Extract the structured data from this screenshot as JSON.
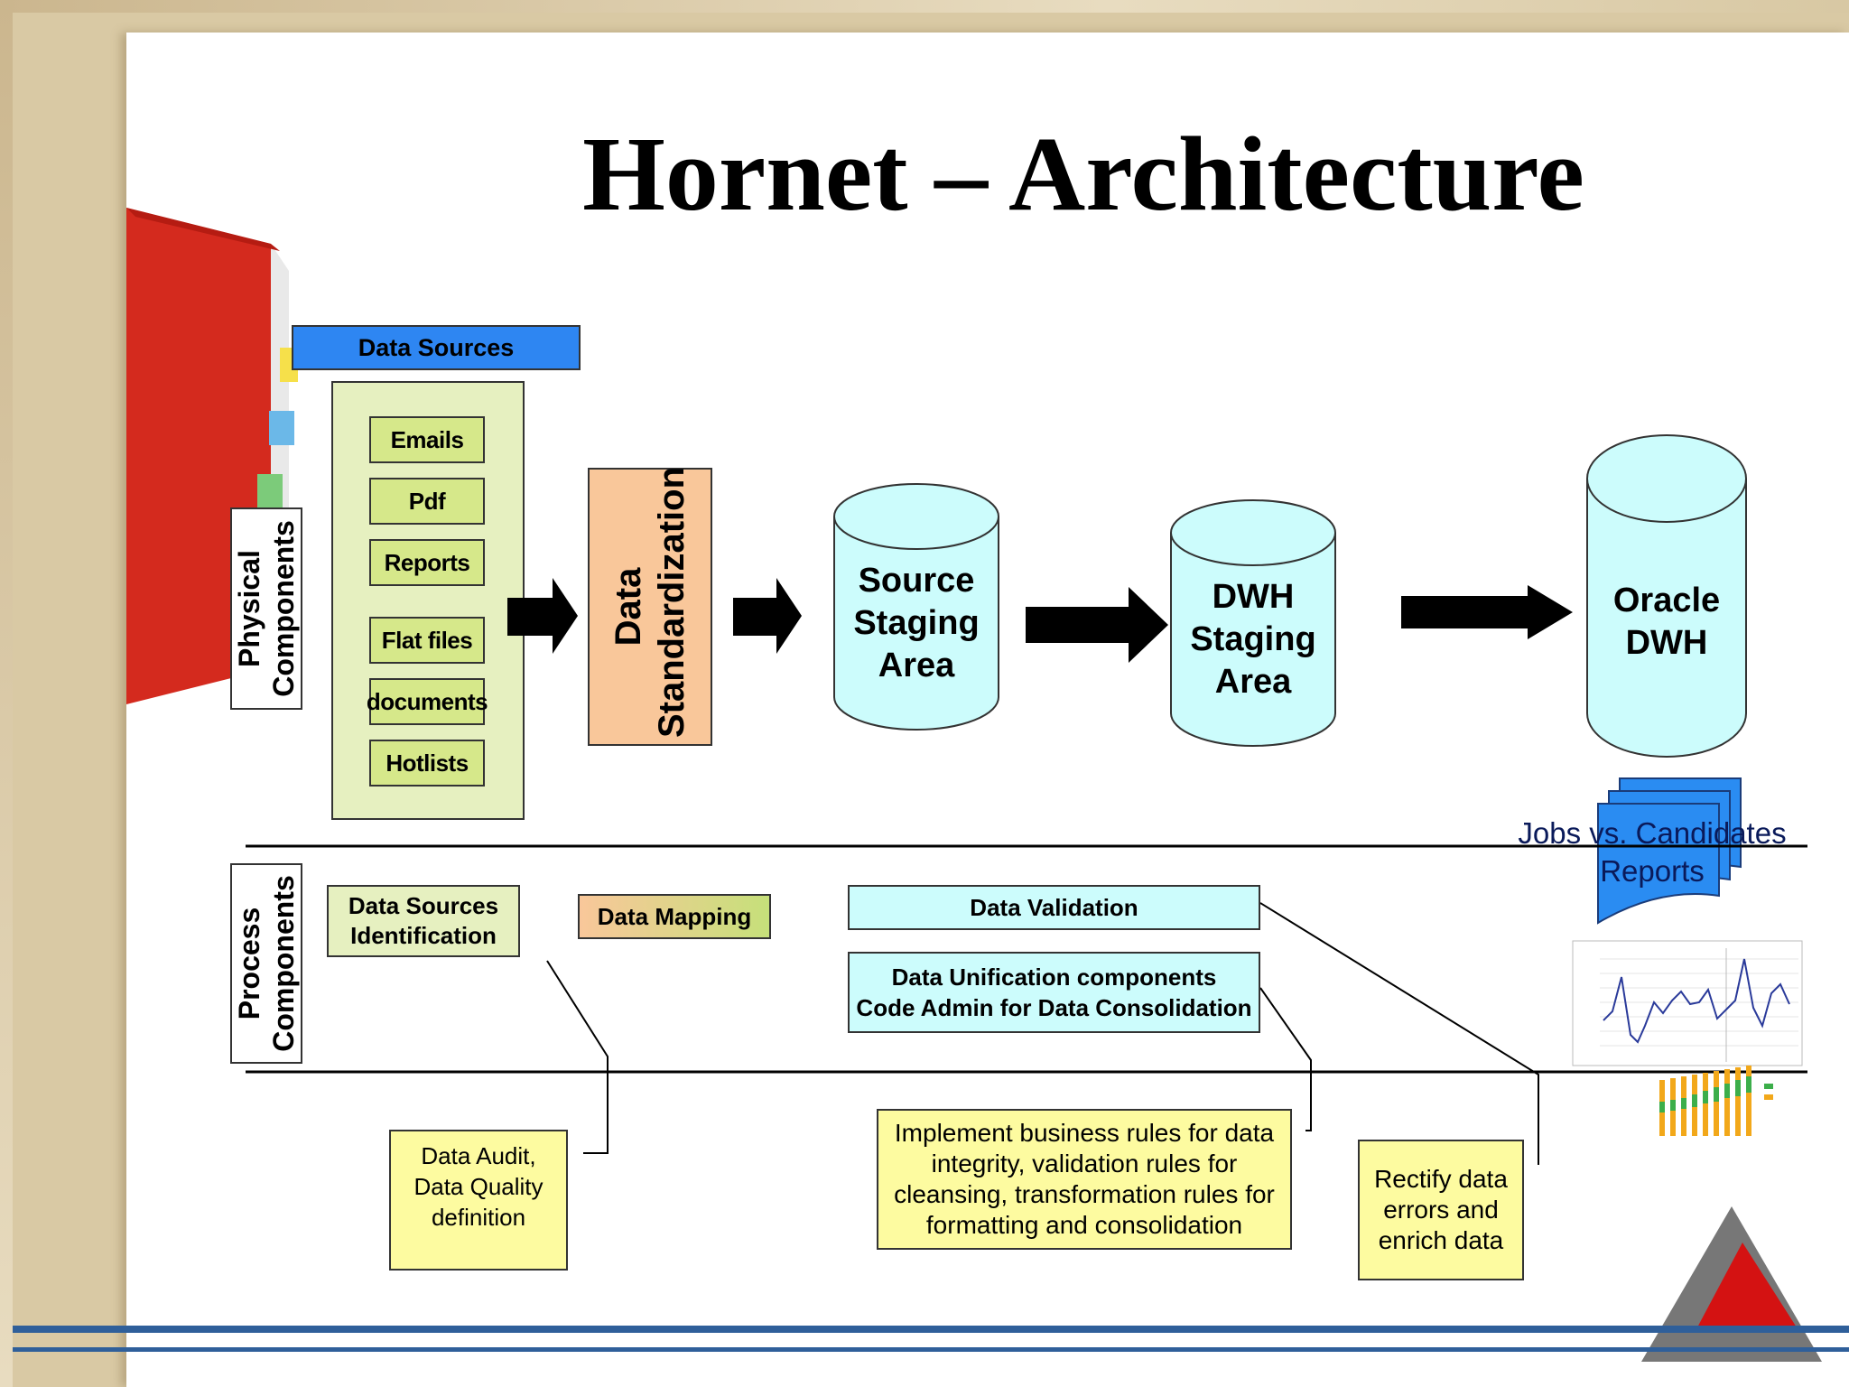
{
  "title": "Hornet – Architecture",
  "physical_label": "Physical Components",
  "process_label": "Process Components",
  "data_sources": {
    "header": "Data Sources",
    "items": [
      "Emails",
      "Pdf",
      "Reports",
      "Flat files",
      "documents",
      "Hotlists"
    ]
  },
  "standardization": "Data Standardization",
  "cylinders": {
    "source_staging": "Source Staging Area",
    "dwh_staging": "DWH Staging Area",
    "oracle_dwh": "Oracle DWH"
  },
  "reports_doc": "Jobs vs. Candidates Reports",
  "process": {
    "identification": "Data Sources Identification",
    "mapping": "Data Mapping",
    "validation": "Data Validation",
    "unification_line1": "Data Unification components",
    "unification_line2": "Code Admin for Data Consolidation"
  },
  "callouts": {
    "audit": "Data Audit, Data Quality definition",
    "rules": "Implement business rules for data integrity, validation rules for cleansing, transformation rules for formatting and consolidation",
    "rectify": "Rectify data errors and enrich data"
  },
  "colors": {
    "data_sources_header": "#2e86f2",
    "green_panel": "#e6f0c0",
    "green_item": "#d6e88a",
    "standardization": "#f9c79a",
    "cylinder": "#ccfcfc",
    "callout": "#fdfba0",
    "report_doc": "#2a8cf2"
  }
}
